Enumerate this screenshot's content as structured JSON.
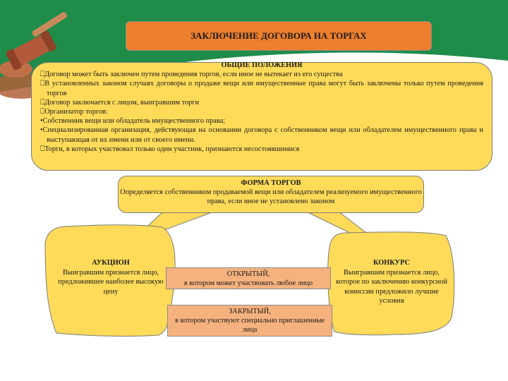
{
  "title": "ЗАКЛЮЧЕНИЕ ДОГОВОРА НА ТОРГАХ",
  "general": {
    "heading": "ОБЩИЕ ПОЛОЖЕНИЯ",
    "items": [
      "Договор может быть заключен путем проведения торгов, если иное не вытекает из его существа",
      "В установленных законом случаях договоры о продаже вещи или имущественные права могут быть заключены только путем проведения торгов",
      "Договор заключается с лицом, выигравшим торги",
      "Организатор торгов:",
      "Собственник вещи или обладатель имущественного права;",
      "Специализированная организация, действующая на основании договора с собственником вещи или обладателем имущественного права и выступающая от их имени или от своего имени.",
      "Торги, в которых участвовал только один участник, признаются несостоявшимися"
    ]
  },
  "forma": {
    "heading": "ФОРМА ТОРГОВ",
    "text": "Определяется собственником продаваемой вещи или обладателем реализуемого имущественного права, если иное не установлено законом"
  },
  "auction": {
    "heading": "АУКЦИОН",
    "text": "Выигравшим признается лицо, предложившее наиболее высокую цену"
  },
  "contest": {
    "heading": "КОНКУРС",
    "text": "Выигравшим признается лицо, которое по заключению конкурсной комиссии предложило лучшие условия"
  },
  "open": {
    "heading": "ОТКРЫТЫЙ,",
    "text": "в котором может участвовать любое лицо"
  },
  "closed": {
    "heading": "ЗАКРЫТЫЙ,",
    "text": "в котором участвуют специально приглашенные лица"
  },
  "colors": {
    "green": "#1f8c4a",
    "orange": "#ee7f2d",
    "yellow": "#ffdb59",
    "peach": "#f5b27e"
  }
}
